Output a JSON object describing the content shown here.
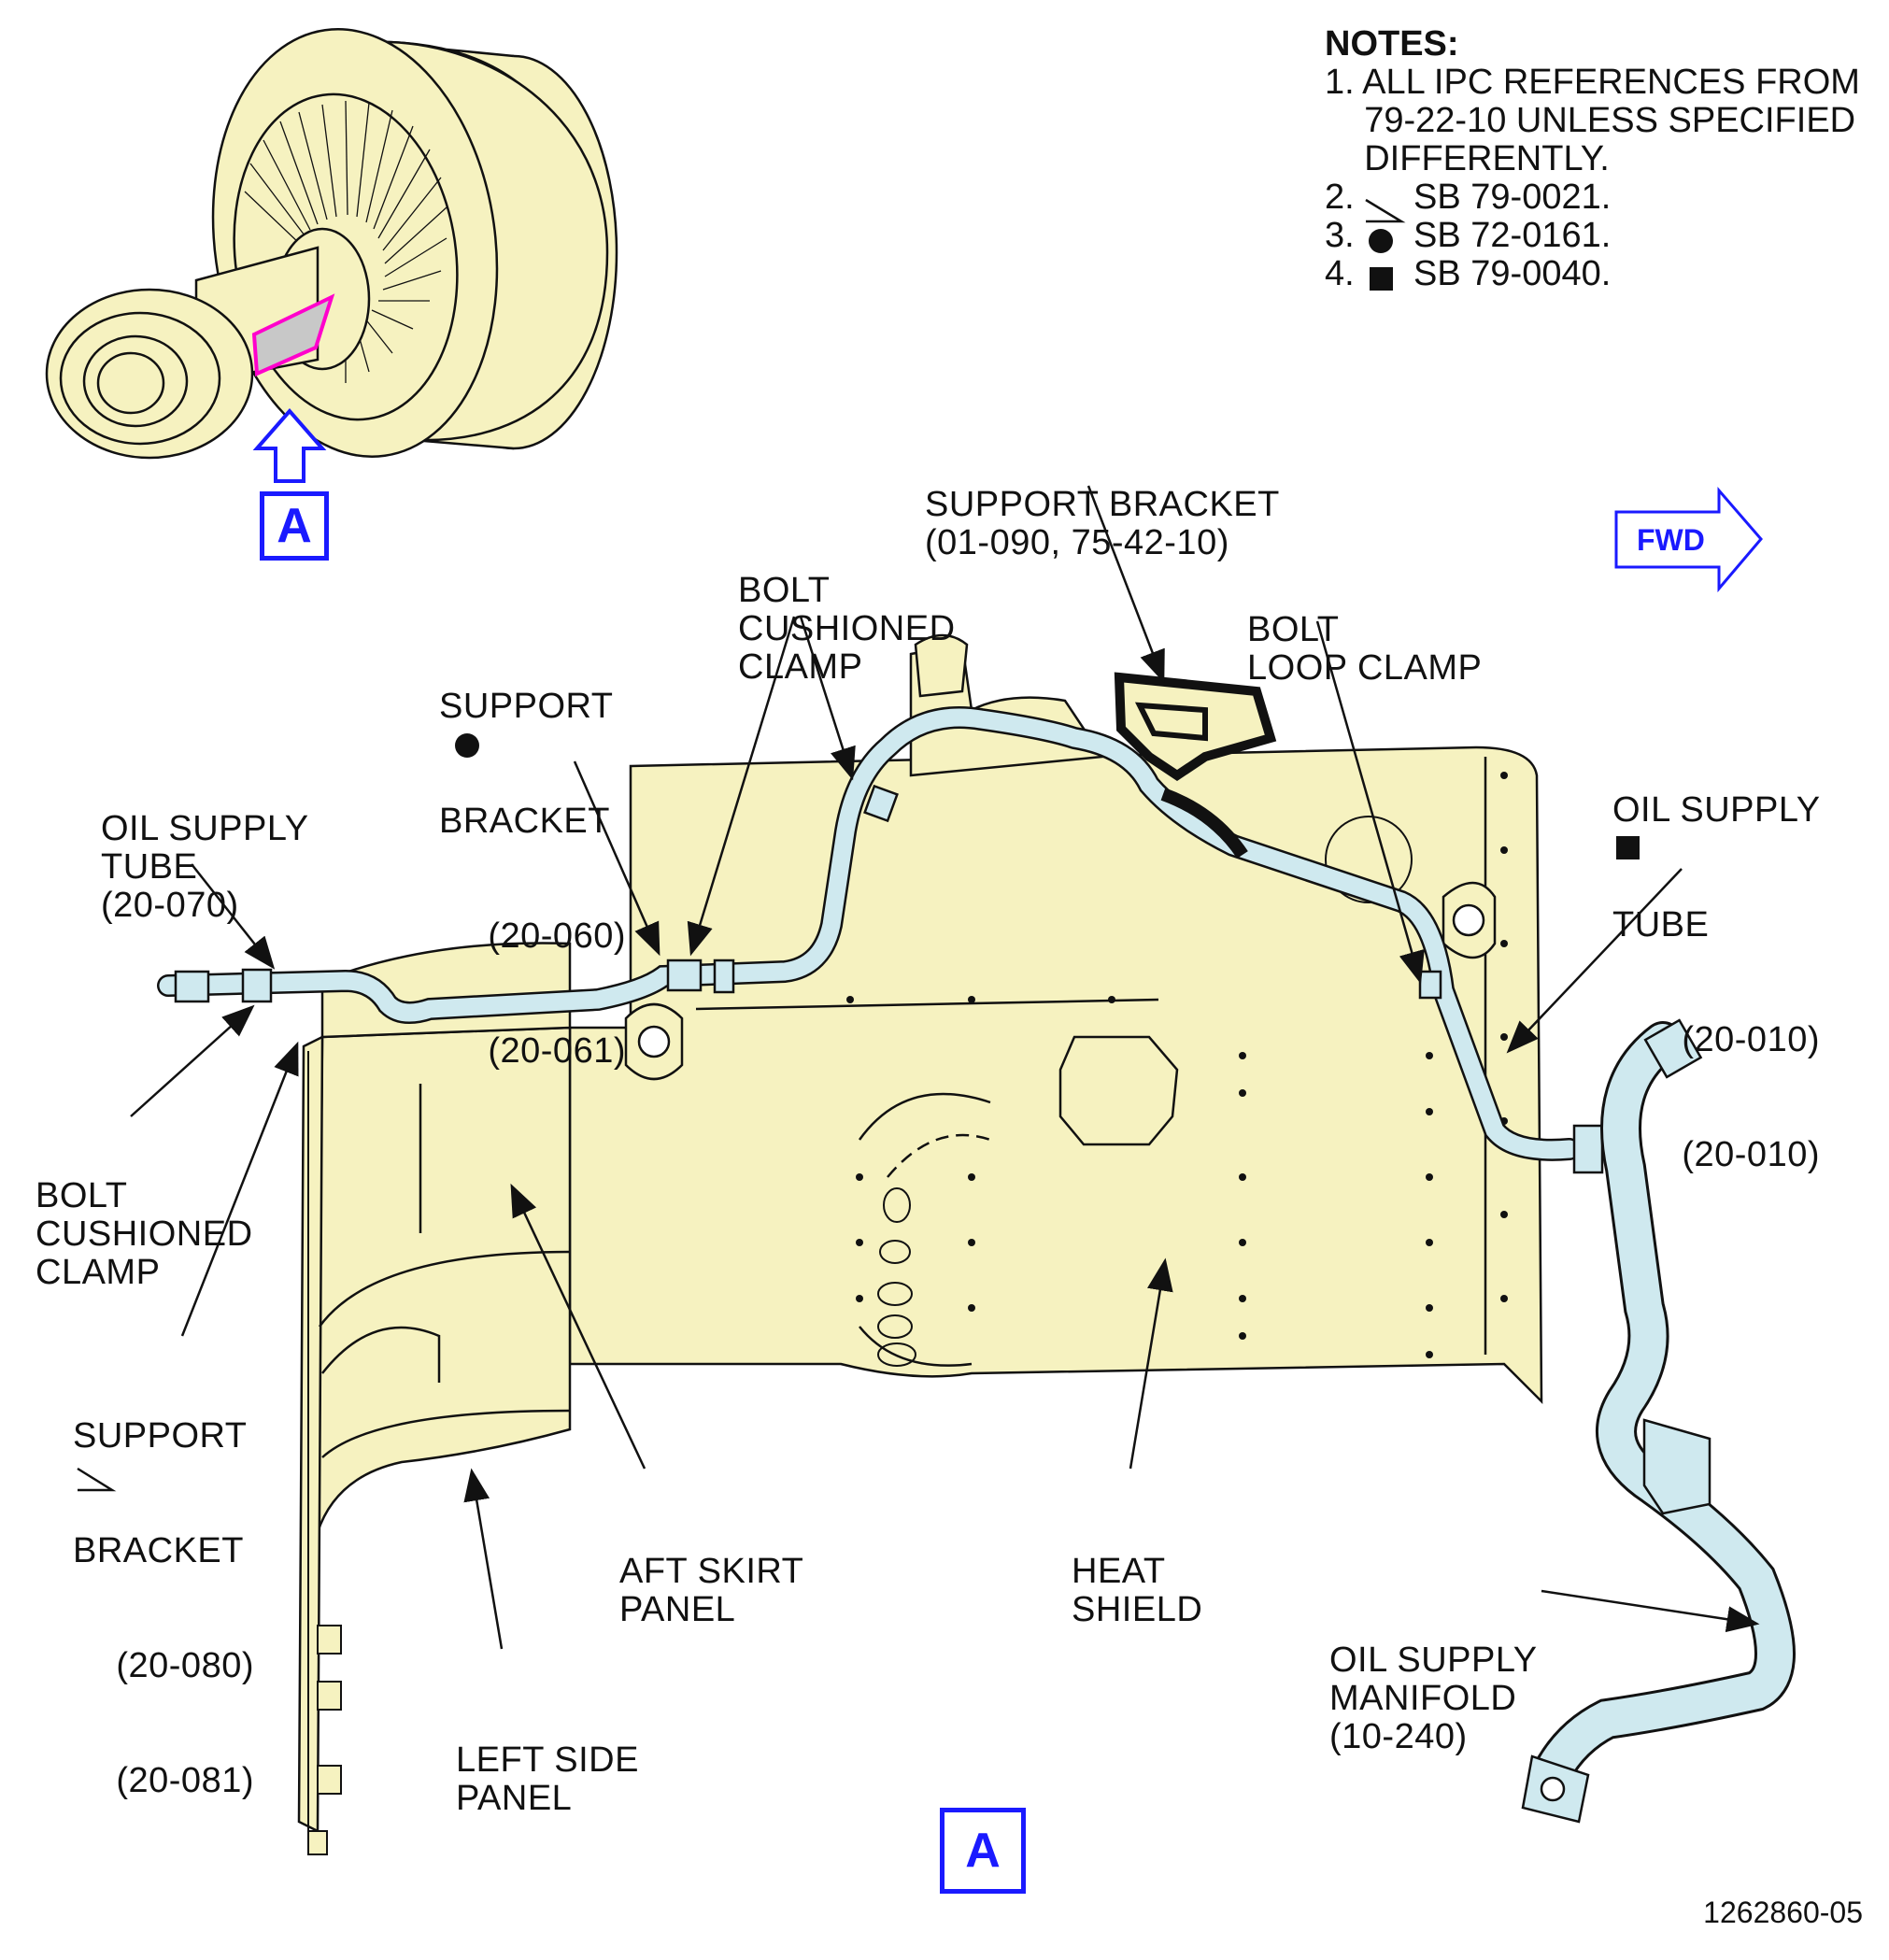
{
  "notes": {
    "title": "NOTES:",
    "items": [
      "1. ALL IPC REFERENCES FROM",
      "    79-22-10 UNLESS SPECIFIED",
      "    DIFFERENTLY.",
      "2.      SB 79-0021.",
      "3.      SB 72-0161.",
      "4.      SB 79-0040."
    ]
  },
  "view_marker": "A",
  "fwd_label": "FWD",
  "labels": {
    "support_bracket_top": [
      "SUPPORT BRACKET",
      "(01-090, 75-42-10)"
    ],
    "bolt_cushioned_clamp_top": [
      "BOLT",
      "CUSHIONED",
      "CLAMP"
    ],
    "bolt_loop_clamp": [
      "BOLT",
      "LOOP CLAMP"
    ],
    "support_bracket_060": [
      "SUPPORT",
      "BRACKET",
      "(20-060)",
      "(20-061)"
    ],
    "oil_supply_tube_070": [
      "OIL SUPPLY",
      "TUBE",
      "(20-070)"
    ],
    "oil_supply_tube_010": [
      "OIL SUPPLY",
      "TUBE",
      "(20-010)",
      "(20-010)"
    ],
    "bolt_cushioned_clamp_left": [
      "BOLT",
      "CUSHIONED",
      "CLAMP"
    ],
    "support_bracket_080": [
      "SUPPORT",
      "BRACKET",
      "(20-080)",
      "(20-081)"
    ],
    "aft_skirt_panel": [
      "AFT SKIRT",
      "PANEL"
    ],
    "heat_shield": [
      "HEAT",
      "SHIELD"
    ],
    "left_side_panel": [
      "LEFT SIDE",
      "PANEL"
    ],
    "oil_supply_manifold": [
      "OIL SUPPLY",
      "MANIFOLD",
      "(10-240)"
    ]
  },
  "document_number": "1262860-05",
  "colors": {
    "panel_fill": "#f6f2c0",
    "tube_fill": "#cfe9ef",
    "highlight": "#ff00cc",
    "view_blue": "#1a1aff"
  }
}
